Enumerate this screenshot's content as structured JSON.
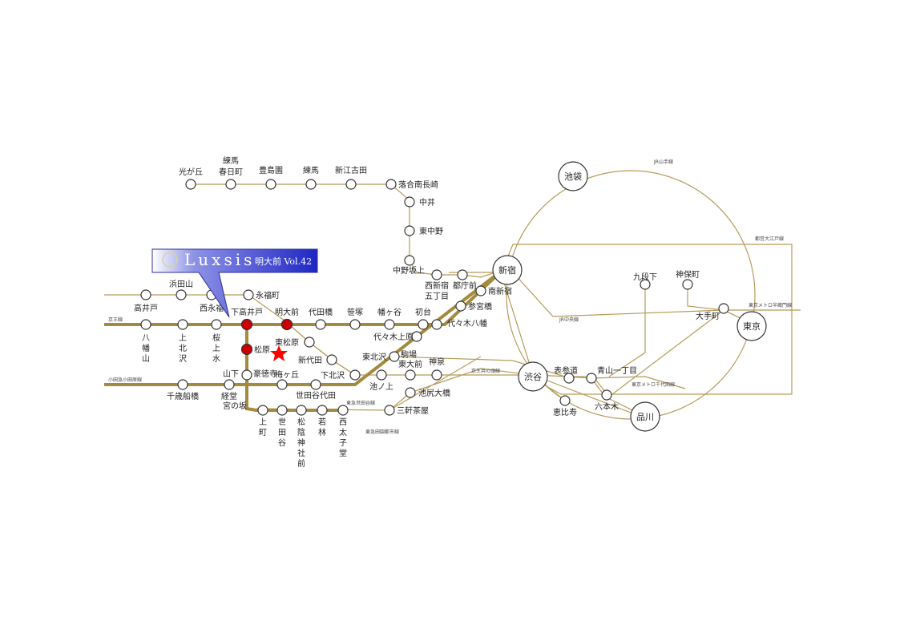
{
  "callout": {
    "brand": "Luxsis",
    "sub": "明大前 Vol.42"
  },
  "stations": {
    "hikarigaoka": "光が丘",
    "nerima_kasugacho": [
      "練馬",
      "春日町"
    ],
    "toshimaen": "豊島園",
    "nerima": "練馬",
    "shin_egota": "新江古田",
    "ochiai_minaminagasaki": "落合南長崎",
    "nakai": "中井",
    "higashi_nakano": "東中野",
    "nakano_sakaue": "中野坂上",
    "nishi_shinjuku_gochome": [
      "西新宿",
      "五丁目"
    ],
    "tochomae": "都庁前",
    "minami_shinjuku": "南新宿",
    "sangubashi": "参宮橋",
    "yoyogi_hachiman": "代々木八幡",
    "yoyogi_uehara": "代々木上原",
    "hatsudai": "初台",
    "hatagaya": "幡ヶ谷",
    "sasazuka": "笹塚",
    "daitabashi": "代田橋",
    "meidaimae": "明大前",
    "shimotakaido": "下高井戸",
    "sakurajosui": [
      "桜",
      "上",
      "水"
    ],
    "kamikitazawa": [
      "上",
      "北",
      "沢"
    ],
    "hachimanyama": [
      "八",
      "幡",
      "山"
    ],
    "takaido": "高井戸",
    "hamadayama": "浜田山",
    "nishi_eifuku": "西永福",
    "eifukucho": "永福町",
    "higashi_matsubara": "東松原",
    "matsubara": "松原",
    "shindaita": "新代田",
    "shimokitazawa": "下北沢",
    "higashikitazawa": "東北沢",
    "komaba_todaimae": [
      "駒場",
      "東大前"
    ],
    "shinsen": "神泉",
    "ikenoue": "池ノ上",
    "ikejiri_ohashi": "池尻大橋",
    "sangenjaya": "三軒茶屋",
    "umegaoka": "梅ヶ丘",
    "gotokuji": "豪徳寺",
    "yamashita": "山下",
    "kyodo": "経堂",
    "chitose_funabashi": "千歳船橋",
    "miyanosaka": "宮の坂",
    "setagaya_daita": "世田谷代田",
    "kamimachi": [
      "上",
      "町"
    ],
    "setagaya": [
      "世",
      "田",
      "谷"
    ],
    "shoin_jinja_mae": [
      "松",
      "陰",
      "神",
      "社",
      "前"
    ],
    "wakabayashi": [
      "若",
      "林"
    ],
    "nishi_taishido": [
      "西",
      "太",
      "子",
      "堂"
    ],
    "shinjuku": "新宿",
    "ikebukuro": "池袋",
    "shibuya": "渋谷",
    "tokyo": "東京",
    "shinagawa": "品川",
    "kudanshita": "九段下",
    "jimbocho": "神保町",
    "otemachi": "大手町",
    "omotesando": "表参道",
    "aoyama_itchome": "青山一丁目",
    "ebisu": "恵比寿",
    "roppongi": "六本木"
  },
  "lines": {
    "keio": "京王線",
    "odakyu": "小田急小田原線",
    "tokyu_setagaya": "東急世田谷線",
    "tokyu_denentoshi": "東急田園都市線",
    "keio_inokashira": "京王井の頭線",
    "jr_yamanote": "JR山手線",
    "toei_oedo": "都営大江戸線",
    "jr_chuo": "JR中央線",
    "tokyo_metro_hanzomon": "東京メトロ半蔵門線",
    "tokyo_metro_chiyoda": "東京メトロ千代田線"
  },
  "colors": {
    "line_gold": "#a38a3e",
    "line_thin": "#b59b58",
    "highlight_station": "#cc0000",
    "star": "#ff0000",
    "callout_blue": "#2f36c8"
  }
}
